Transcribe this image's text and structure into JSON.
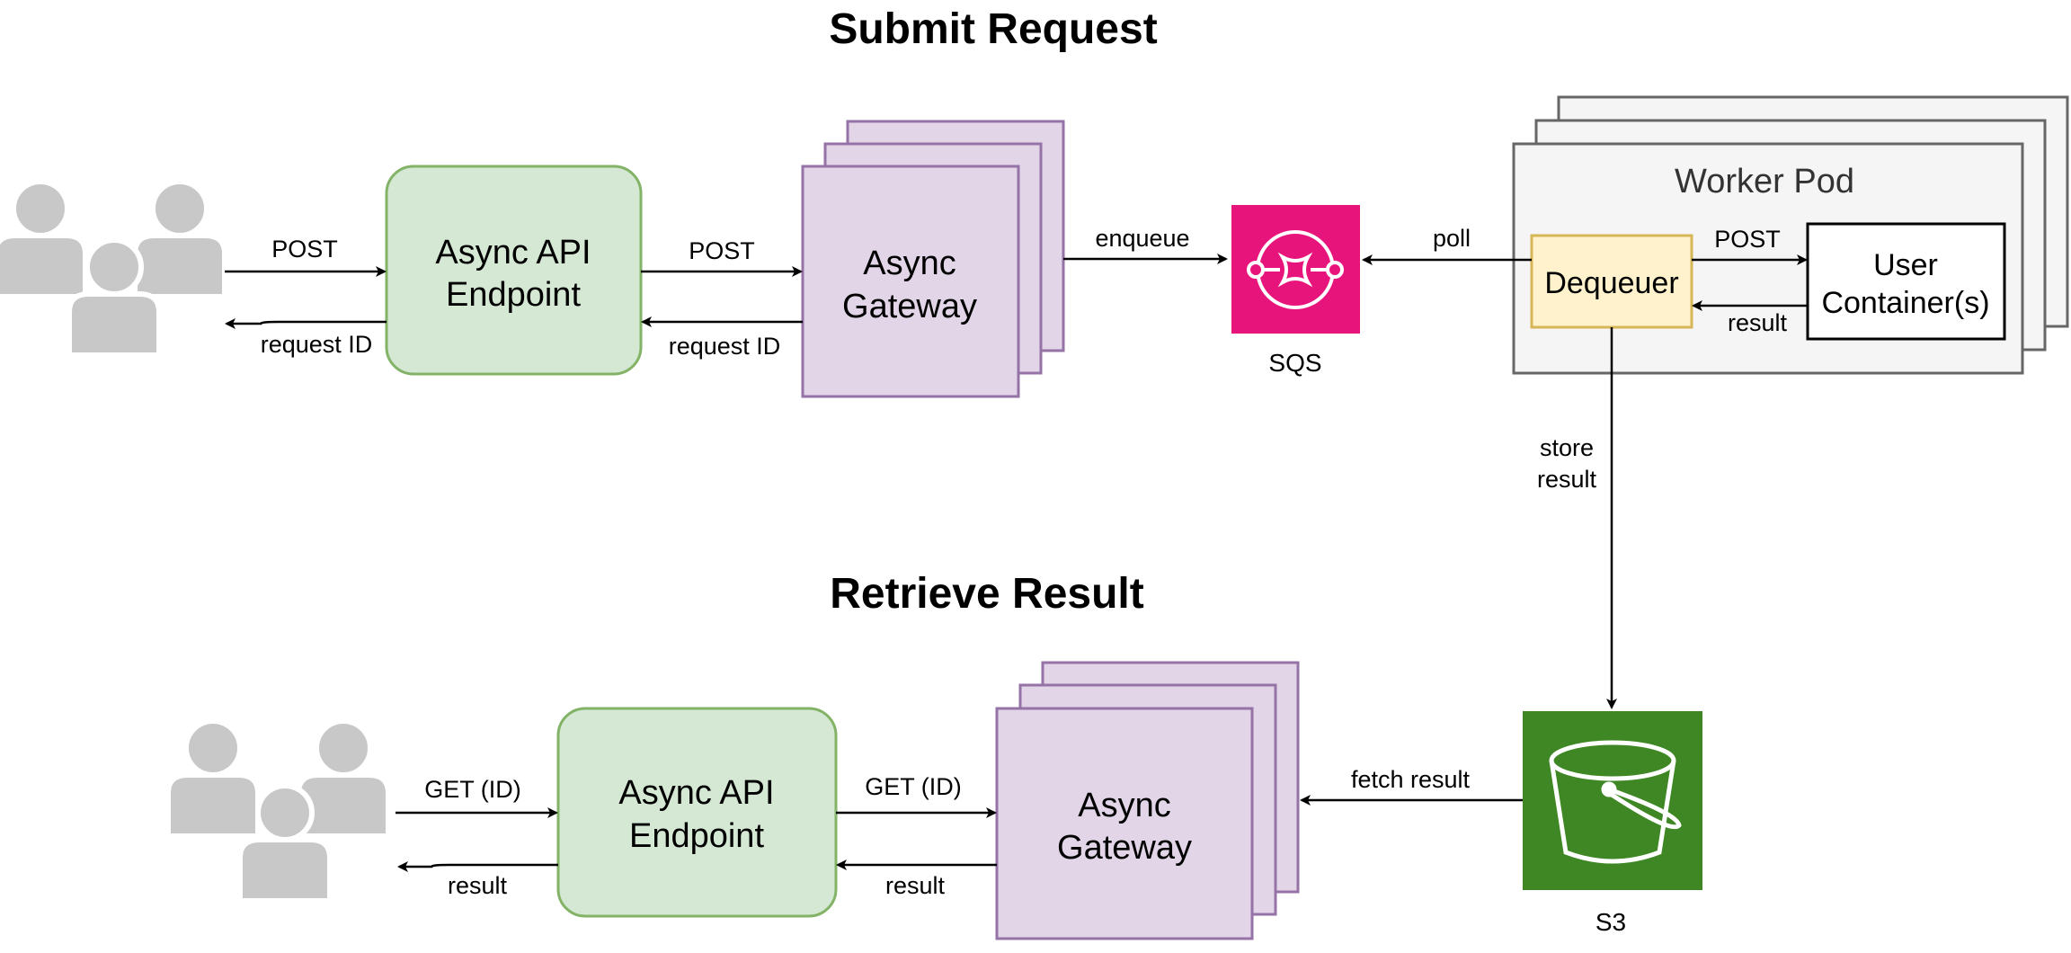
{
  "titles": {
    "submit": "Submit Request",
    "retrieve": "Retrieve Result"
  },
  "colors": {
    "endpoint_fill": "#d5e8d4",
    "endpoint_stroke": "#82b366",
    "gateway_fill": "#e1d5e7",
    "gateway_stroke": "#9673a6",
    "pod_fill": "#f5f5f5",
    "pod_stroke": "#666666",
    "dequeuer_fill": "#fff2cc",
    "dequeuer_stroke": "#d6b656",
    "sqs_color": "#e7157b",
    "s3_color": "#3f8624",
    "user_icon_color": "#c8c8c8"
  },
  "submit": {
    "users_icon": "users-icon",
    "endpoint_line1": "Async API",
    "endpoint_line2": "Endpoint",
    "gateway_line1": "Async",
    "gateway_line2": "Gateway",
    "edge_users_to_endpoint": "POST",
    "edge_endpoint_to_users": "request ID",
    "edge_endpoint_to_gateway": "POST",
    "edge_gateway_to_endpoint": "request ID",
    "edge_gateway_to_sqs": "enqueue"
  },
  "sqs": {
    "label": "SQS",
    "icon": "sqs-icon"
  },
  "worker_pod": {
    "title": "Worker Pod",
    "dequeuer": "Dequeuer",
    "container_line1": "User",
    "container_line2": "Container(s)",
    "edge_poll": "poll",
    "edge_post": "POST",
    "edge_result": "result",
    "edge_store_line1": "store",
    "edge_store_line2": "result"
  },
  "s3": {
    "label": "S3",
    "icon": "s3-bucket-icon"
  },
  "retrieve": {
    "users_icon": "users-icon",
    "endpoint_line1": "Async API",
    "endpoint_line2": "Endpoint",
    "gateway_line1": "Async",
    "gateway_line2": "Gateway",
    "edge_users_to_endpoint": "GET (ID)",
    "edge_endpoint_to_users": "result",
    "edge_endpoint_to_gateway": "GET (ID)",
    "edge_gateway_to_endpoint": "result",
    "edge_s3_to_gateway": "fetch result"
  }
}
